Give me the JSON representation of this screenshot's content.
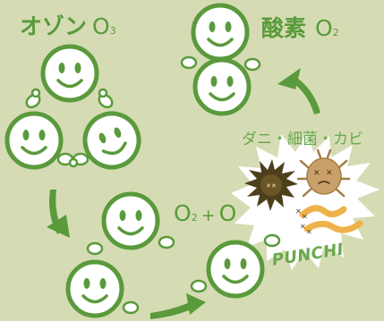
{
  "labels": {
    "ozone_name": "オゾン",
    "ozone_symbol": "O",
    "ozone_subscript": "3",
    "oxygen_name": "酸素",
    "oxygen_symbol": "O",
    "oxygen_subscript": "2",
    "split_o2_symbol": "O",
    "split_o2_subscript": "2",
    "split_plus": "+",
    "split_o_symbol": "O",
    "germs": "ダニ・細菌・カビ",
    "punch": "PUNCHI"
  },
  "colors": {
    "background": "#d5dcb3",
    "green": "#5a9a3c",
    "face_fill": "#ffffff",
    "burst_fill": "#ffffff",
    "germ_dark": "#4e3f1c",
    "mite_body": "#c9a06a",
    "mold_orange": "#efb24a"
  },
  "icons": {
    "atom": "smiley-atom-face",
    "hand": "mitten-hand",
    "arrow": "curved-arrow",
    "burst": "starburst-punch",
    "bacterium": "spiky-germ",
    "mite": "dust-mite-knocked-out",
    "mold": "mold-worm"
  }
}
